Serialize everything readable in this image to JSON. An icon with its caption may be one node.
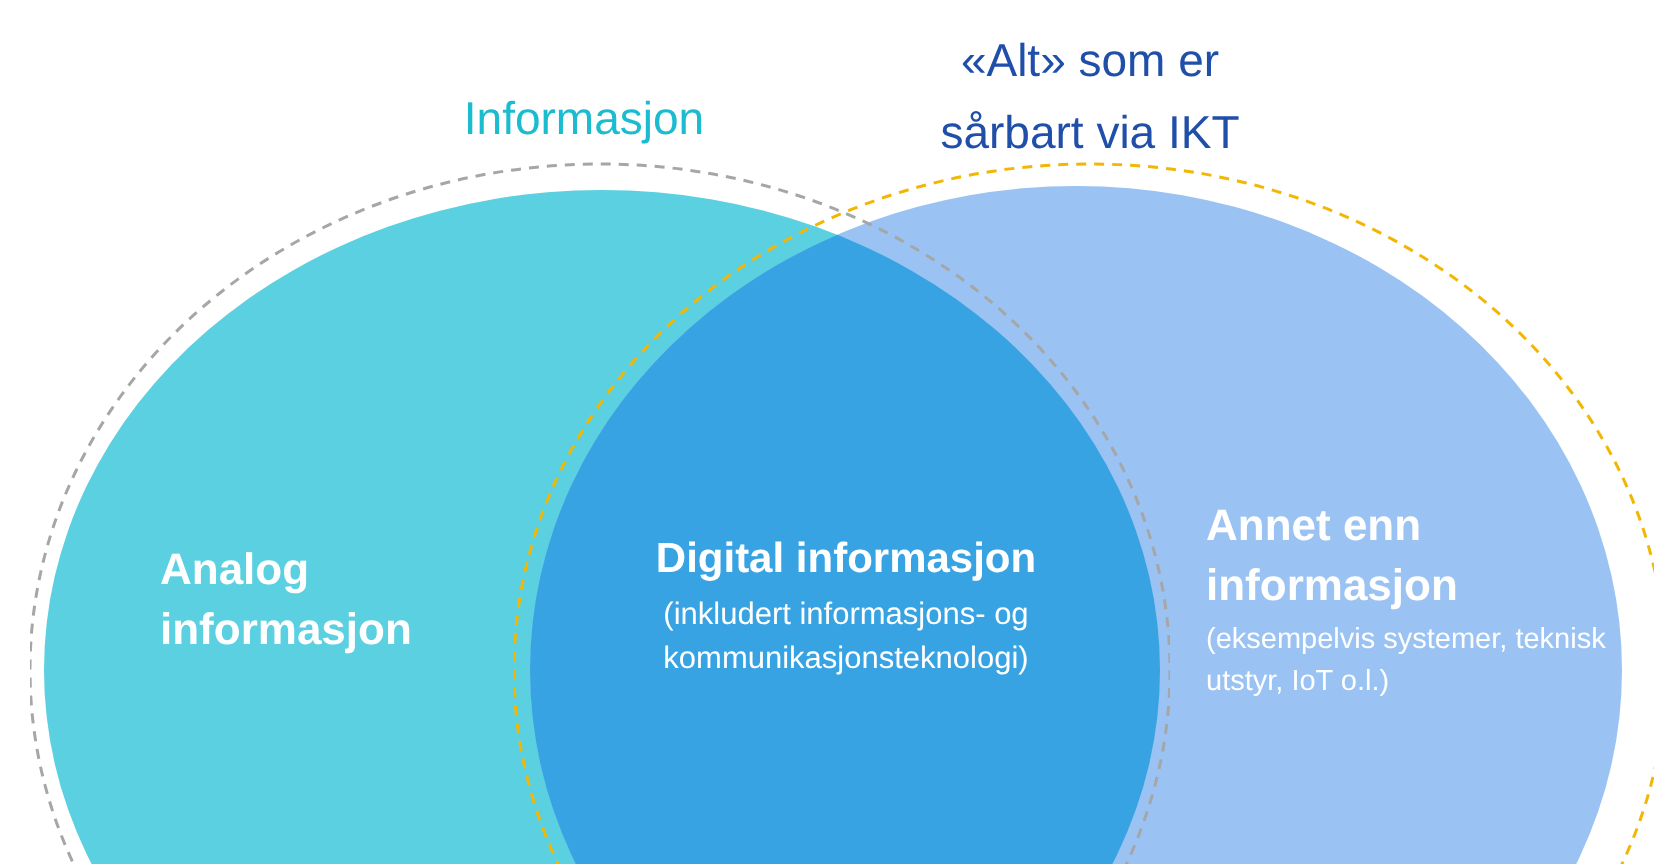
{
  "diagram": {
    "nodes": [
      {
        "text": [
          "Informasjon"
        ]
      },
      {
        "text": [
          "«Alt» som er sårbart via IKT"
        ]
      },
      {
        "text": [
          "Analog informasjon"
        ]
      },
      {
        "text": [
          "Digital informasjon",
          "(inkludert informasjons- og kommunikasjonsteknologi)"
        ]
      },
      {
        "text": [
          "Annet enn informasjon",
          "(eksempelvis systemer, teknisk utstyr, IoT o.l.)"
        ]
      }
    ]
  }
}
